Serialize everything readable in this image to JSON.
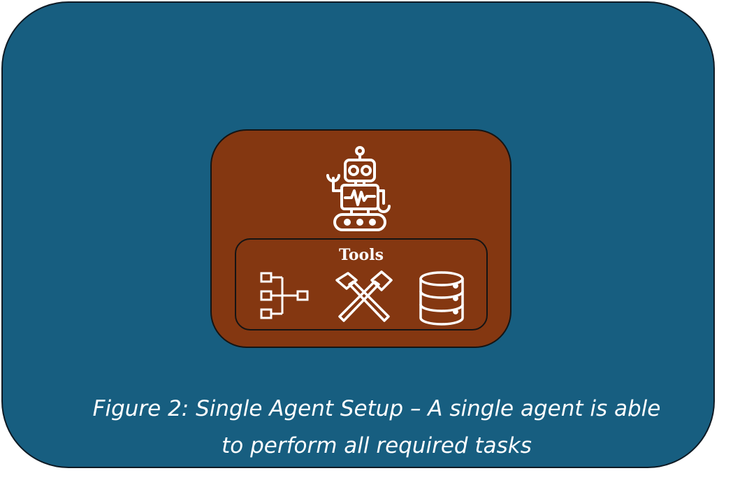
{
  "figure": {
    "tools_label": "Tools",
    "caption_line1": "Figure 2: Single Agent Setup – A single agent is able",
    "caption_line2": "to perform all required tasks"
  },
  "icons": {
    "agent": "robot-icon",
    "tools": [
      "hierarchy-icon",
      "hammer-pick-icon",
      "database-icon"
    ]
  },
  "colors": {
    "outer_panel": "#175e80",
    "agent_box": "#843711",
    "border": "#141414",
    "text": "#ffffff"
  }
}
